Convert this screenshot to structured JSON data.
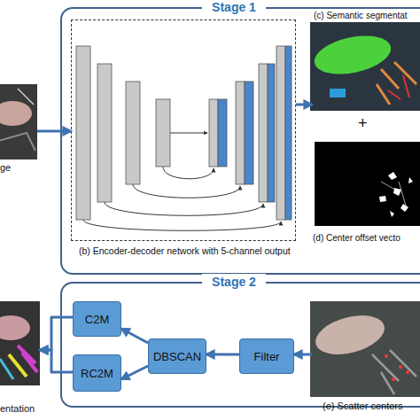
{
  "diagram": {
    "nodes": [
      {
        "text": [
          "ge"
        ]
      },
      {
        "text": [
          "Stage 1"
        ]
      },
      {
        "text": [
          "(b) Encoder-decoder network with 5-channel output"
        ],
        "in": 1
      },
      {
        "text": [
          "(c) Semantic segmentat"
        ],
        "in": 1
      },
      {
        "text": [
          "(d) Center offset vecto"
        ],
        "in": 1
      },
      {
        "text": [
          "Stage 2"
        ]
      },
      {
        "text": [
          "C2M"
        ],
        "in": 5
      },
      {
        "text": [
          "DBSCAN"
        ],
        "in": 5
      },
      {
        "text": [
          "Filter"
        ],
        "in": 5
      },
      {
        "text": [
          "(e) Scatter centers"
        ],
        "in": 5
      },
      {
        "text": [
          "RC2M"
        ],
        "in": 5
      },
      {
        "text": [
          "entation"
        ]
      }
    ],
    "edges": [
      {
        "from": 0,
        "to": 2,
        "arrow": "to"
      },
      {
        "from": 2,
        "to": 3,
        "arrow": "to"
      },
      {
        "from": 9,
        "to": 8,
        "arrow": "to"
      },
      {
        "from": 8,
        "to": 7,
        "arrow": "to"
      },
      {
        "from": 7,
        "to": 6,
        "arrow": "to"
      },
      {
        "from": 7,
        "to": 10,
        "arrow": "to"
      },
      {
        "from": 6,
        "to": 11,
        "arrow": "to"
      },
      {
        "from": 10,
        "to": 11,
        "arrow": "to"
      }
    ],
    "labels": [
      "+"
    ]
  }
}
